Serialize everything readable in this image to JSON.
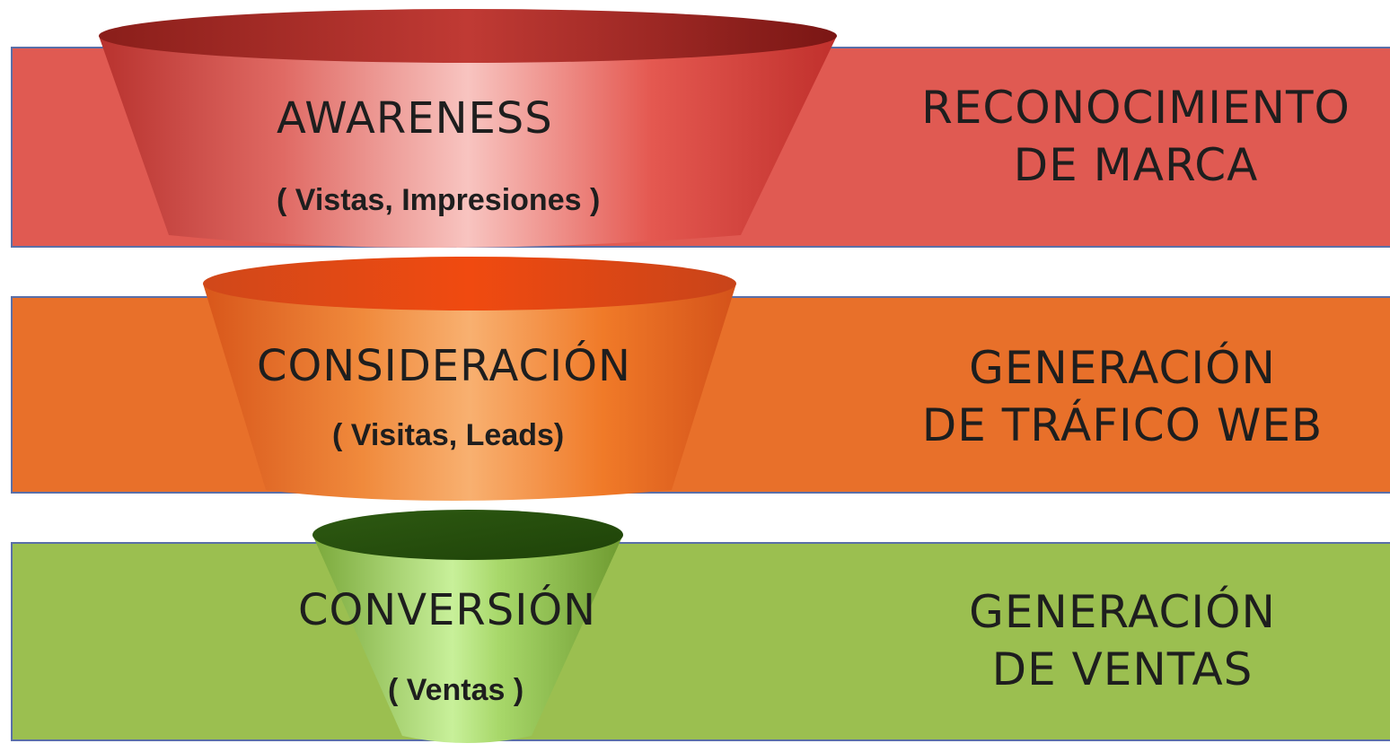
{
  "stages": [
    {
      "title": "AWARENESS",
      "subtitle": "( Vistas, Impresiones )",
      "goal_line1": "RECONOCIMIENTO",
      "goal_line2": "DE MARCA",
      "band_color": "#e05a52",
      "cone_color": "#d83a36"
    },
    {
      "title": "CONSIDERACIÓN",
      "subtitle": "( Visitas, Leads)",
      "goal_line1": "GENERACIÓN",
      "goal_line2": "DE TRÁFICO WEB",
      "band_color": "#e8702a",
      "cone_color": "#f07a1e"
    },
    {
      "title": "CONVERSIÓN",
      "subtitle": "( Ventas )",
      "goal_line1": "GENERACIÓN",
      "goal_line2": "DE VENTAS",
      "band_color": "#9bbf50",
      "cone_color": "#9ccc4a"
    }
  ]
}
